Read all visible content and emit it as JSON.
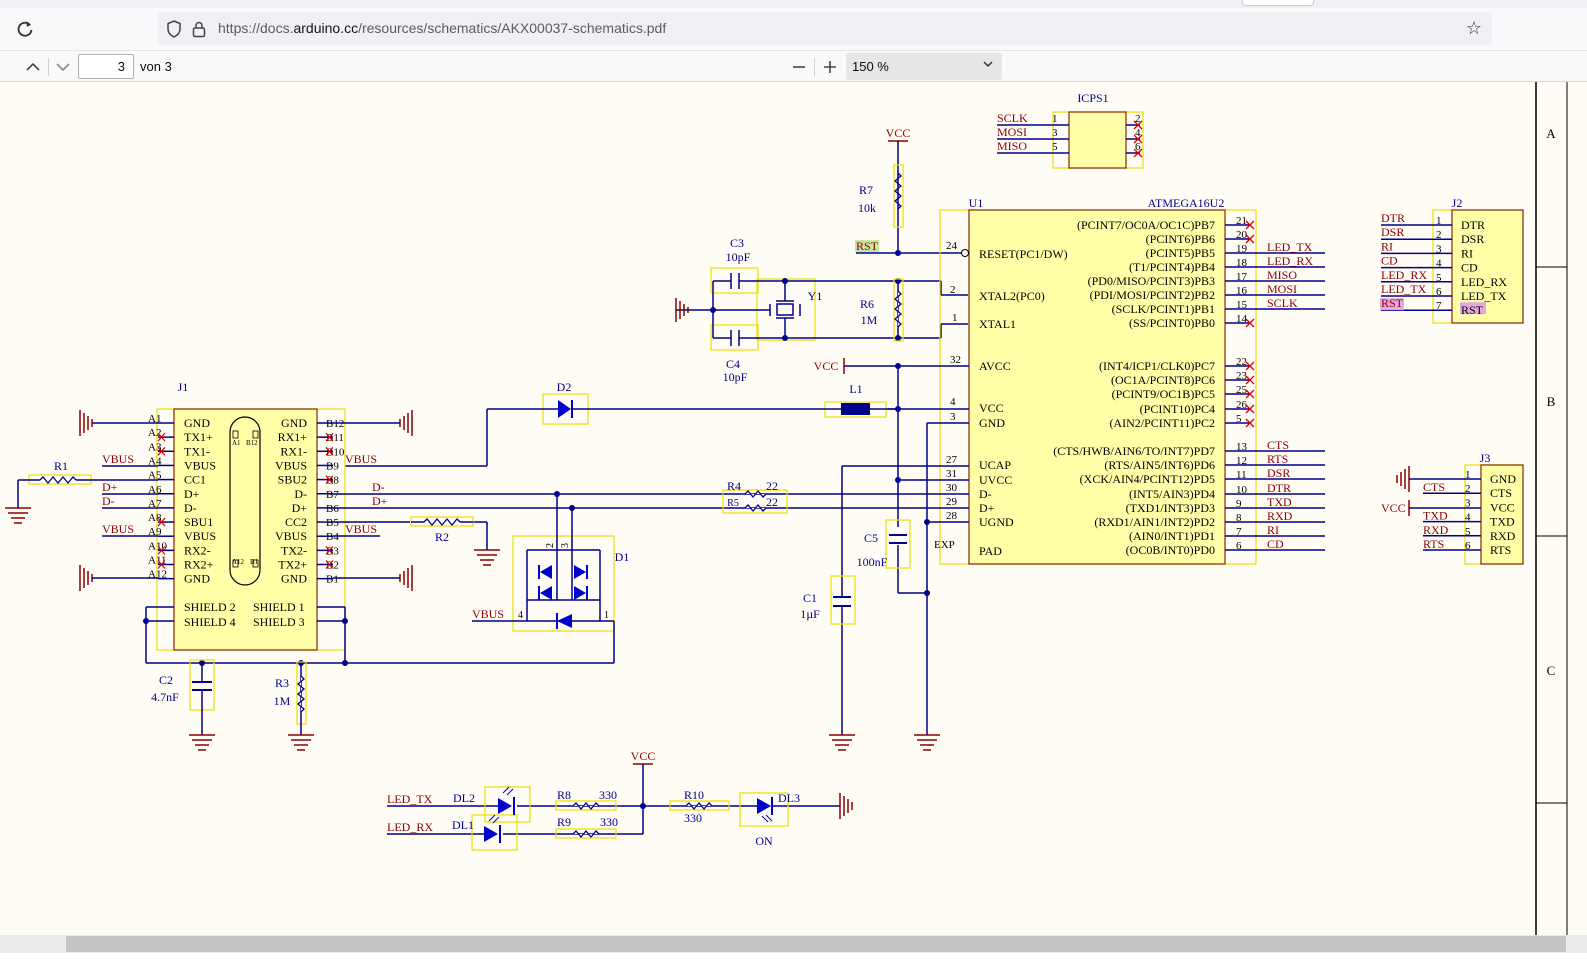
{
  "browser": {
    "url_prefix": "https://docs.",
    "url_domain": "arduino.cc",
    "url_path": "/resources/schematics/AKX00037-schematics.pdf"
  },
  "pdf_toolbar": {
    "page_current": "3",
    "page_count": "von 3",
    "zoom": "150 %"
  },
  "schematic": {
    "border_letters": [
      "A",
      "B",
      "C"
    ],
    "icps1": {
      "ref": "ICPS1",
      "pins_left": [
        "1",
        "3",
        "5"
      ],
      "nets_left": [
        "SCLK",
        "MOSI",
        "MISO"
      ],
      "pins_right": [
        "2",
        "4",
        "6"
      ]
    },
    "u1": {
      "ref": "U1",
      "part": "ATMEGA16U2",
      "left_pins": [
        {
          "num": "24",
          "name": "RESET(PC1/DW)"
        },
        {
          "num": "2",
          "name": "XTAL2(PC0)"
        },
        {
          "num": "1",
          "name": "XTAL1"
        },
        {
          "num": "32",
          "name": "AVCC"
        },
        {
          "num": "4",
          "name": "VCC"
        },
        {
          "num": "3",
          "name": "GND"
        },
        {
          "num": "27",
          "name": "UCAP"
        },
        {
          "num": "31",
          "name": "UVCC"
        },
        {
          "num": "30",
          "name": "D-"
        },
        {
          "num": "29",
          "name": "D+"
        },
        {
          "num": "28",
          "name": "UGND"
        },
        {
          "num": "EXP",
          "name": "PAD"
        }
      ],
      "right_pins": [
        {
          "num": "21",
          "name": "(PCINT7/OC0A/OC1C)PB7",
          "net": ""
        },
        {
          "num": "20",
          "name": "(PCINT6)PB6",
          "net": ""
        },
        {
          "num": "19",
          "name": "(PCINT5)PB5",
          "net": "LED_TX"
        },
        {
          "num": "18",
          "name": "(T1/PCINT4)PB4",
          "net": "LED_RX"
        },
        {
          "num": "17",
          "name": "(PD0/MISO/PCINT3)PB3",
          "net": "MISO"
        },
        {
          "num": "16",
          "name": "(PDI/MOSI/PCINT2)PB2",
          "net": "MOSI"
        },
        {
          "num": "15",
          "name": "(SCLK/PCINT1)PB1",
          "net": "SCLK"
        },
        {
          "num": "14",
          "name": "(SS/PCINT0)PB0",
          "net": ""
        },
        {
          "num": "22",
          "name": "(INT4/ICP1/CLK0)PC7",
          "net": ""
        },
        {
          "num": "23",
          "name": "(OC1A/PCINT8)PC6",
          "net": ""
        },
        {
          "num": "25",
          "name": "(PCINT9/OC1B)PC5",
          "net": ""
        },
        {
          "num": "26",
          "name": "(PCINT10)PC4",
          "net": ""
        },
        {
          "num": "5",
          "name": "(AIN2/PCINT11)PC2",
          "net": ""
        },
        {
          "num": "13",
          "name": "(CTS/HWB/AIN6/TO/INT7)PD7",
          "net": "CTS"
        },
        {
          "num": "12",
          "name": "(RTS/AIN5/INT6)PD6",
          "net": "RTS"
        },
        {
          "num": "11",
          "name": "(XCK/AIN4/PCINT12)PD5",
          "net": "DSR"
        },
        {
          "num": "10",
          "name": "(INT5/AIN3)PD4",
          "net": "DTR"
        },
        {
          "num": "9",
          "name": "(TXD1/INT3)PD3",
          "net": "TXD"
        },
        {
          "num": "8",
          "name": "(RXD1/AIN1/INT2)PD2",
          "net": "RXD"
        },
        {
          "num": "7",
          "name": "(AIN0/INT1)PD1",
          "net": "RI"
        },
        {
          "num": "6",
          "name": "(OC0B/INT0)PD0",
          "net": "CD"
        }
      ]
    },
    "j1": {
      "ref": "J1",
      "a_pins": [
        "A1",
        "A2",
        "A3",
        "A4",
        "A5",
        "A6",
        "A7",
        "A8",
        "A9",
        "A10",
        "A11",
        "A12"
      ],
      "a_names": [
        "GND",
        "TX1+",
        "TX1-",
        "VBUS",
        "CC1",
        "D+",
        "D-",
        "SBU1",
        "VBUS",
        "RX2-",
        "RX2+",
        "GND"
      ],
      "b_pins": [
        "B12",
        "B11",
        "B10",
        "B9",
        "B8",
        "B7",
        "B6",
        "B5",
        "B4",
        "B3",
        "B2",
        "B1"
      ],
      "b_names": [
        "GND",
        "RX1+",
        "RX1-",
        "VBUS",
        "SBU2",
        "D-",
        "D+",
        "CC2",
        "VBUS",
        "TX2-",
        "TX2+",
        "GND"
      ],
      "shields_left": [
        "SHIELD 2",
        "SHIELD 4"
      ],
      "shields_right": [
        "SHIELD 1",
        "SHIELD 3"
      ],
      "inner_top": [
        "A1",
        "B12"
      ],
      "inner_bottom": [
        "A12",
        "B1"
      ]
    },
    "j2": {
      "ref": "J2",
      "nets": [
        "DTR",
        "DSR",
        "RI",
        "CD",
        "LED_RX",
        "LED_TX",
        "RST"
      ],
      "pins": [
        "1",
        "2",
        "3",
        "4",
        "5",
        "6",
        "7"
      ],
      "names": [
        "DTR",
        "DSR",
        "RI",
        "CD",
        "LED_RX",
        "LED_TX",
        "RST"
      ]
    },
    "j3": {
      "ref": "J3",
      "nets": [
        "",
        "CTS",
        "",
        "TXD",
        "RXD",
        "RTS"
      ],
      "pins": [
        "1",
        "2",
        "3",
        "4",
        "5",
        "6"
      ],
      "names": [
        "GND",
        "CTS",
        "VCC",
        "TXD",
        "RXD",
        "RTS"
      ],
      "vcc": "VCC"
    },
    "components": {
      "r7": {
        "ref": "R7",
        "val": "10k"
      },
      "r6": {
        "ref": "R6",
        "val": "1M"
      },
      "c3": {
        "ref": "C3",
        "val": "10pF"
      },
      "c4": {
        "ref": "C4",
        "val": "10pF"
      },
      "y1": {
        "ref": "Y1"
      },
      "d2": {
        "ref": "D2"
      },
      "l1": {
        "ref": "L1"
      },
      "r1": {
        "ref": "R1"
      },
      "r2": {
        "ref": "R2"
      },
      "r3": {
        "ref": "R3",
        "val": "1M"
      },
      "r4": {
        "ref": "R4",
        "val": "22"
      },
      "r5": {
        "ref": "R5",
        "val": "22"
      },
      "c1": {
        "ref": "C1",
        "val": "1µF"
      },
      "c2": {
        "ref": "C2",
        "val": "4.7nF"
      },
      "c5": {
        "ref": "C5",
        "val": "100nF"
      },
      "d1": {
        "ref": "D1",
        "pins": [
          "2",
          "3",
          "4",
          "1"
        ]
      },
      "r8": {
        "ref": "R8",
        "val": "330"
      },
      "r9": {
        "ref": "R9",
        "val": "330"
      },
      "r10": {
        "ref": "R10",
        "val": "330"
      },
      "dl1": {
        "ref": "DL1"
      },
      "dl2": {
        "ref": "DL2"
      },
      "dl3": {
        "ref": "DL3",
        "label": "ON"
      }
    },
    "nets": {
      "vcc": "VCC",
      "rst": "RST",
      "vbus": "VBUS",
      "dplus": "D+",
      "dminus": "D-",
      "led_tx": "LED_TX",
      "led_rx": "LED_RX"
    }
  }
}
